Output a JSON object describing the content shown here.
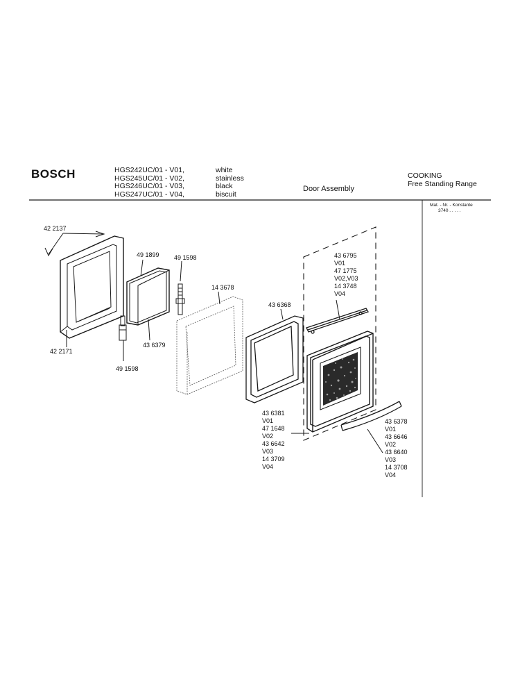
{
  "header": {
    "brand": "BOSCH",
    "models": [
      "HGS242UC/01 - V01,",
      "HGS245UC/01 - V02,",
      "HGS246UC/01 - V03,",
      "HGS247UC/01 - V04,"
    ],
    "colors": [
      "white",
      "stainless",
      "black",
      "biscuit"
    ],
    "title": "Door Assembly",
    "category": "COOKING",
    "subcategory": "Free Standing Range"
  },
  "side_note": {
    "line1": "Mat. - Nr. - Konstante",
    "line2": "3740 . . . . ."
  },
  "parts": {
    "p422137": "42 2137",
    "p422171": "42 2171",
    "p491899": "49 1899",
    "p491598a": "49 1598",
    "p491598b": "49 1598",
    "p436379": "43 6379",
    "p143678": "14 3678",
    "p436368": "43 6368",
    "group_top": [
      "43 6795",
      "V01",
      "47 1775",
      "V02,V03",
      "14 3748",
      "V04"
    ],
    "group_bottom_left": [
      "43 6381",
      "V01",
      "47 1648",
      "V02",
      "43 6642",
      "V03",
      "14 3709",
      "V04"
    ],
    "group_bottom_right": [
      "43 6378",
      "V01",
      "43 6646",
      "V02",
      "43 6640",
      "V03",
      "14 3708",
      "V04"
    ]
  },
  "colors": {
    "line": "#1a1a1a",
    "glass": "#2a2a2a"
  }
}
